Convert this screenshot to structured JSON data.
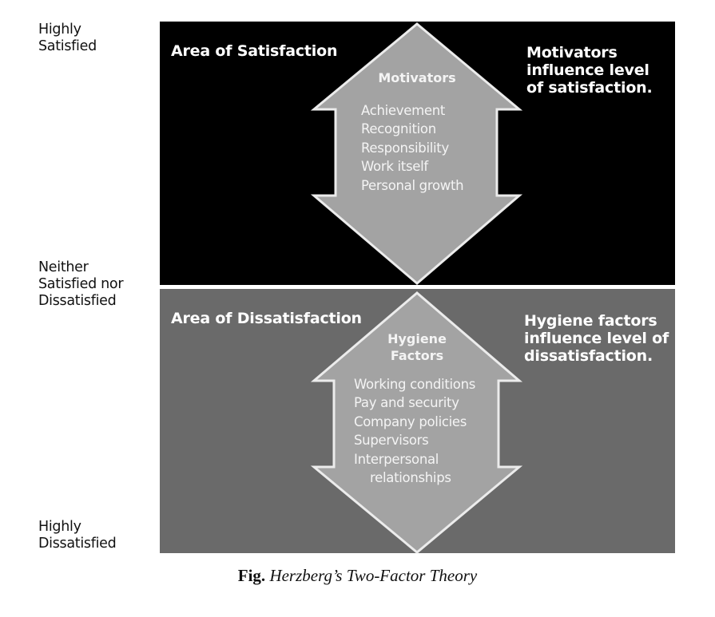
{
  "scale": {
    "top_label": [
      "Highly",
      "Satisfied"
    ],
    "middle_label": [
      "Neither",
      "Satisfied nor",
      "Dissatisfied"
    ],
    "bottom_label": [
      "Highly",
      "Dissatisfied"
    ]
  },
  "top_panel": {
    "area_title": "Area of Satisfaction",
    "side_note": [
      "Motivators",
      "influence level",
      "of satisfaction."
    ],
    "arrow_title": [
      "Motivators"
    ],
    "factors": [
      "Achievement",
      "Recognition",
      "Responsibility",
      "Work itself",
      "Personal growth"
    ],
    "background_color": "#000000"
  },
  "bottom_panel": {
    "area_title": "Area of Dissatisfaction",
    "side_note": [
      "Hygiene factors",
      "influence level of",
      "dissatisfaction."
    ],
    "arrow_title": [
      "Hygiene",
      "Factors"
    ],
    "factors": [
      "Working conditions",
      "Pay and security",
      "Company policies",
      "Supervisors",
      "Interpersonal",
      "relationships"
    ],
    "background_color": "#6a6a6a"
  },
  "arrow_color": "#a3a3a3",
  "caption": {
    "prefix": "Fig.",
    "title": "Herzberg’s Two-Factor Theory"
  }
}
